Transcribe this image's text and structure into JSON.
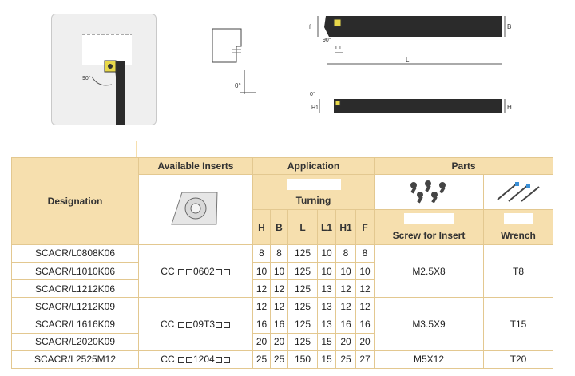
{
  "top_images": {
    "thumb_label": "",
    "angle_90": "90°",
    "angle_0": "0°",
    "dim_B": "B",
    "dim_H": "H",
    "dim_f": "f",
    "dim_L1": "L1",
    "dim_L": "L",
    "dim_H1": "H1"
  },
  "table": {
    "designation_header": "Designation",
    "inserts_header": "Available Inserts",
    "application_header": "Application",
    "parts_header": "Parts",
    "turning_label": "Turning",
    "screw_header": "Screw for Insert",
    "wrench_header": "Wrench",
    "columns": [
      "H",
      "B",
      "L",
      "L1",
      "H1",
      "F"
    ],
    "rows": [
      {
        "designation": "SCACR/L0808K06",
        "values": [
          "8",
          "8",
          "125",
          "10",
          "8",
          "8"
        ]
      },
      {
        "designation": "SCACR/L1010K06",
        "values": [
          "10",
          "10",
          "125",
          "10",
          "10",
          "10"
        ]
      },
      {
        "designation": "SCACR/L1212K06",
        "values": [
          "12",
          "12",
          "125",
          "13",
          "12",
          "12"
        ]
      },
      {
        "designation": "SCACR/L1212K09",
        "values": [
          "12",
          "12",
          "125",
          "13",
          "12",
          "12"
        ]
      },
      {
        "designation": "SCACR/L1616K09",
        "values": [
          "16",
          "16",
          "125",
          "13",
          "16",
          "16"
        ]
      },
      {
        "designation": "SCACR/L2020K09",
        "values": [
          "20",
          "20",
          "125",
          "15",
          "20",
          "20"
        ]
      },
      {
        "designation": "SCACR/L2525M12",
        "values": [
          "25",
          "25",
          "150",
          "15",
          "25",
          "27"
        ]
      }
    ],
    "insert_groups": [
      {
        "prefix": "CC",
        "code": "0602"
      },
      {
        "prefix": "CC",
        "code": "09T3"
      },
      {
        "prefix": "CC",
        "code": "1204"
      }
    ],
    "screws": [
      "M2.5X8",
      "M3.5X9",
      "M5X12"
    ],
    "wrenches": [
      "T8",
      "T15",
      "T20"
    ]
  }
}
